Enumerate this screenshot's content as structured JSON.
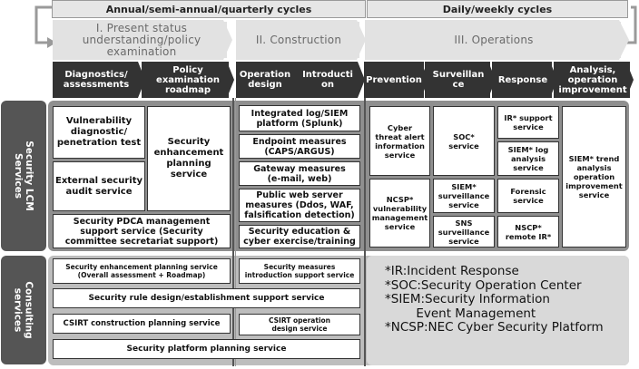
{
  "cycles": {
    "left": "Annual/semi-annual/quarterly cycles",
    "right": "Daily/weekly cycles"
  },
  "phases": {
    "p1": "I. Present status\nunderstanding/policy\nexamination",
    "p2": "II. Construction",
    "p3": "III. Operations"
  },
  "stages": [
    "Diagnostics/\nassessments",
    "Policy\nexamination\nroadmap",
    "Operation\ndesign",
    "Introducti\non",
    "Prevention",
    "Surveillan\nce",
    "Response",
    "Analysis,\noperation\nimprovement"
  ],
  "sections": {
    "lcm": "Security LCM\nServices",
    "consulting": "Consulting\nservices"
  },
  "lcm": {
    "vuln": "Vulnerability\ndiagnostic/\npenetration test",
    "enhance": "Security\nenhancement\nplanning\nservice",
    "external": "External security\naudit service",
    "pdca": "Security PDCA management\nsupport service (Security\ncommittee secretariat support)",
    "integrated": "Integrated log/SIEM\nplatform (Splunk)",
    "endpoint": "Endpoint measures\n(CAPS/ARGUS)",
    "gateway": "Gateway measures\n(e-mail, web)",
    "publicweb": "Public web server\nmeasures (Ddos, WAF,\nfalsification detection)",
    "education": "Security education &\ncyber exercise/training",
    "threat": "Cyber\nthreat alert\ninformation\nservice",
    "ncsp_vuln": "NCSP*\nvulnerability\nmanagement\nservice",
    "soc": "SOC*\nservice",
    "siem_surv": "SIEM*\nsurveillance\nservice",
    "sns": "SNS\nsurveillance\nservice",
    "ir_support": "IR* support\nservice",
    "siem_log": "SIEM* log\nanalysis\nservice",
    "forensic": "Forensic\nservice",
    "nscp": "NSCP*\nremote IR*",
    "siem_trend": "SIEM* trend\nanalysis\noperation\nimprovement\nservice"
  },
  "consulting": {
    "enh_planning": "Security enhancement planning service\n(Overall assessment + Roadmap)",
    "measures_intro": "Security measures\nintroduction support service",
    "rule_design": "Security rule design/establishment support service",
    "csirt_planning": "CSIRT construction planning service",
    "csirt_op": "CSIRT operation\ndesign service",
    "platform_planning": "Security platform planning service"
  },
  "notes": [
    "*IR:Incident Response",
    "*SOC:Security Operation Center",
    "*SIEM:Security Information",
    "        Event Management",
    "*NCSP:NEC Cyber Security Platform"
  ]
}
